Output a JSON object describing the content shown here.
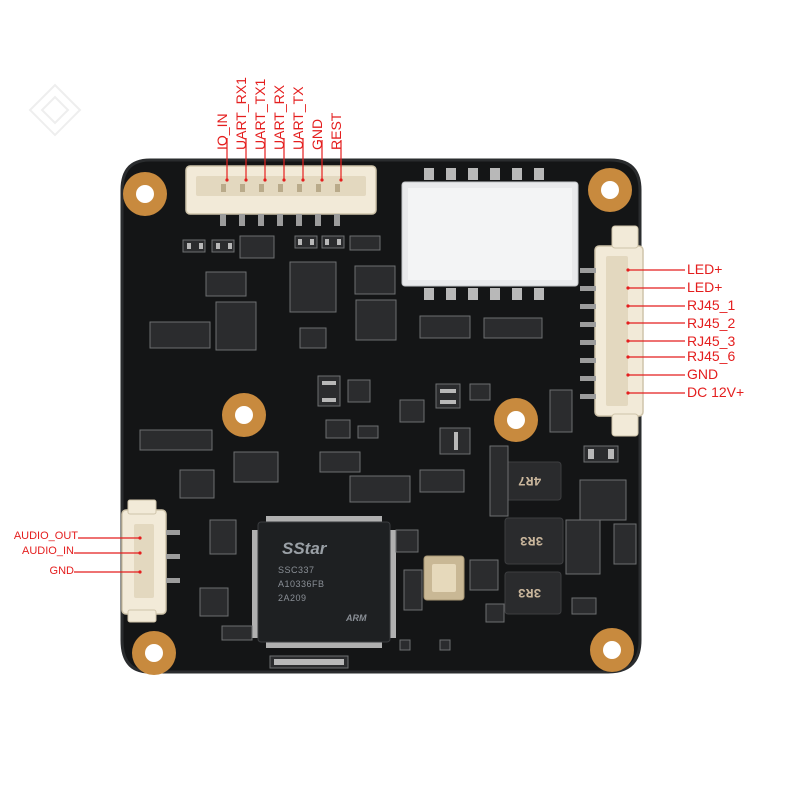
{
  "labels": {
    "top_connector": [
      "IO_IN",
      "UART_RX1",
      "UART_TX1",
      "UART_RX",
      "UART_TX",
      "GND",
      "REST"
    ],
    "right_connector": [
      "LED+",
      "LED+",
      "RJ45_1",
      "RJ45_2",
      "RJ45_3",
      "RJ45_6",
      "GND",
      "DC 12V+"
    ],
    "left_connector": [
      "AUDIO_OUT",
      "AUDIO_IN",
      "GND"
    ]
  },
  "chip": {
    "brand": "SStar",
    "line1": "SSC337",
    "line2": "A10336FB",
    "line3": "2A209",
    "core": "ARM"
  },
  "inductors": [
    "4R7",
    "3R3",
    "3R3"
  ],
  "colors": {
    "label": "#e41e1e",
    "pcb": "#141516",
    "pad": "#c88a3e",
    "connector": "#f2ead8"
  }
}
